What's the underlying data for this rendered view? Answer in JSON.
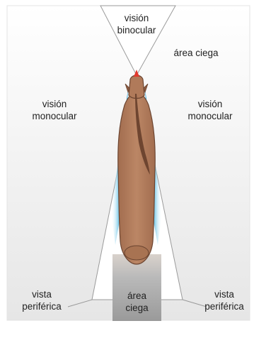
{
  "labels": {
    "binocular": [
      "visión",
      "binocular"
    ],
    "blind_top": "área ciega",
    "monocular_left": [
      "visión",
      "monocular"
    ],
    "monocular_right": [
      "visión",
      "monocular"
    ],
    "peripheral_left": [
      "vista",
      "periférica"
    ],
    "peripheral_right": [
      "vista",
      "periférica"
    ],
    "blind_rear": [
      "área",
      "ciega"
    ]
  },
  "colors": {
    "horse_body": "#b07a5a",
    "horse_outline": "#6b4430",
    "mane": "#6e4530",
    "eye_vision": "#4fb6dd",
    "cone_edge": "#9a9a9a",
    "blind_area_gray": "#9a9a9a",
    "nose_marker": "#e23a2e",
    "frame": "#d8d8d8"
  }
}
